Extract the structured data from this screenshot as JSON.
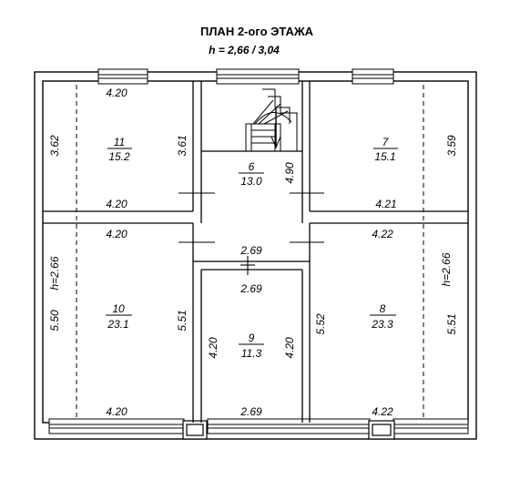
{
  "plan": {
    "title": "ПЛАН 2-ого ЭТАЖА",
    "height_note": "h = 2,66 / 3,04"
  },
  "rooms": [
    {
      "id": "11",
      "number": "11",
      "area": "15.2"
    },
    {
      "id": "6",
      "number": "6",
      "area": "13.0"
    },
    {
      "id": "7",
      "number": "7",
      "area": "15.1"
    },
    {
      "id": "10",
      "number": "10",
      "area": "23.1"
    },
    {
      "id": "9",
      "number": "9",
      "area": "11.3"
    },
    {
      "id": "8",
      "number": "8",
      "area": "23.3"
    }
  ],
  "dimensions": {
    "r11_top": "4.20",
    "r11_left": "3.62",
    "r11_right": "3.61",
    "r11_bottom": "4.20",
    "r6_right": "4.90",
    "r7_right": "3.59",
    "r7_bottom": "4.21",
    "r10_top": "4.20",
    "r10_h": "h=2.66",
    "r10_left": "5.50",
    "r10_right": "5.51",
    "r10_bottom": "4.20",
    "corridor_bottom": "2.69",
    "r9_top": "2.69",
    "r9_left": "4.20",
    "r9_right": "4.20",
    "r9_bottom": "2.69",
    "r8_top": "4.22",
    "r8_h": "h=2.66",
    "r8_left": "5.52",
    "r8_right": "5.51",
    "r8_bottom": "4.22"
  }
}
